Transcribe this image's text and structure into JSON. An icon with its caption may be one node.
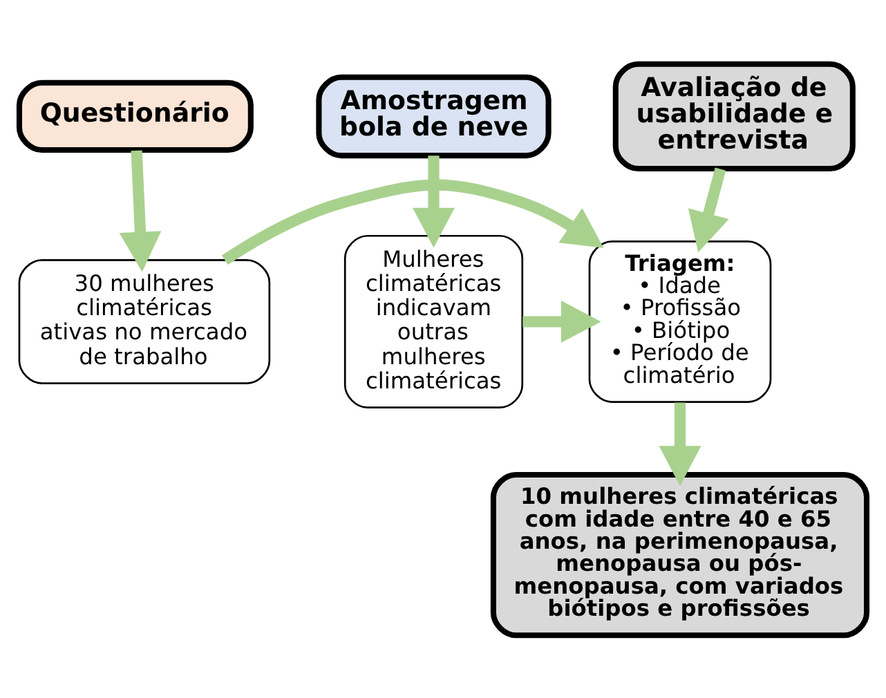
{
  "diagram": {
    "nodes": [
      {
        "text": [
          "Questionário"
        ]
      },
      {
        "text": [
          "Avaliação de usabilidade e entrevista"
        ]
      },
      {
        "text": [
          "Amostragem bola de neve"
        ]
      },
      {
        "text": [
          "30 mulheres climatéricas ativas no mercado de trabalho"
        ]
      },
      {
        "text": [
          "Triagem:",
          "• Idade",
          "• Profissão",
          "• Biótipo",
          "• Período de climatério"
        ]
      },
      {
        "text": [
          "Mulheres climatéricas indicavam outras mulheres climatéricas"
        ]
      },
      {
        "text": [
          "10 mulheres climatéricas com idade entre 40 e 65 anos, na perimenopausa, menopausa ou pós-menopausa, com variados biótipos e profissões"
        ]
      }
    ],
    "edges": [
      {
        "from": 0,
        "to": 3,
        "arrow": "to"
      },
      {
        "from": 1,
        "to": 4,
        "arrow": "to"
      },
      {
        "from": 2,
        "to": 5,
        "arrow": "to"
      },
      {
        "from": 3,
        "to": 4,
        "arrow": "to"
      },
      {
        "from": 5,
        "to": 4,
        "arrow": "to"
      },
      {
        "from": 4,
        "to": 6,
        "arrow": "to"
      }
    ]
  }
}
